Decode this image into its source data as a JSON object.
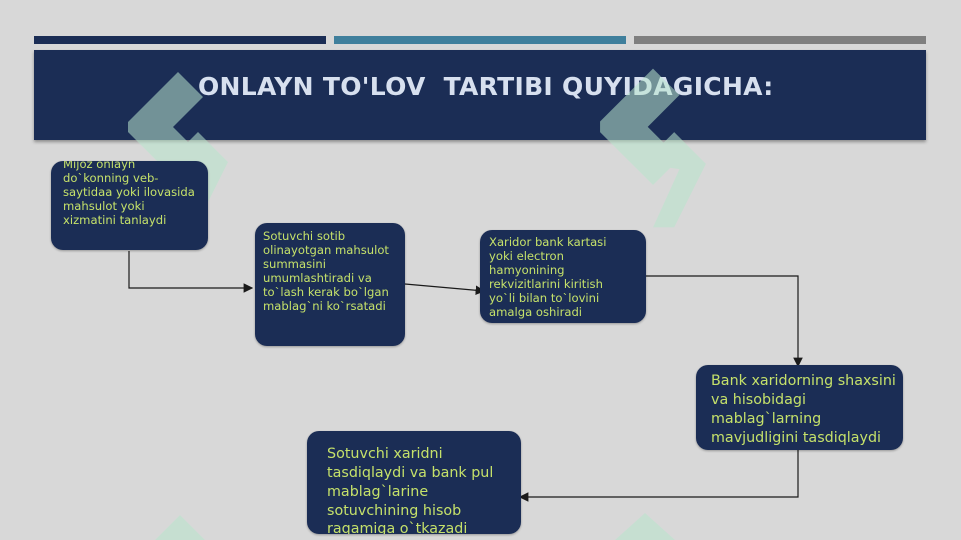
{
  "slide": {
    "title": "ONLAYN TO'LOV  TARTIBI QUYIDAGICHA:"
  },
  "steps": [
    {
      "id": "step-1",
      "text": "Mijoz onlayn do`konning veb-saytidaa yoki ilovasida mahsulot yoki xizmatini tanlaydi"
    },
    {
      "id": "step-2",
      "text": " Sotuvchi sotib olinayotgan mahsulot summasini umumlashtiradi va to`lash kerak bo`lgan mablag`ni ko`rsatadi"
    },
    {
      "id": "step-3",
      "text": "Xaridor bank kartasi yoki electron hamyonining rekvizitlarini kiritish yo`li bilan to`lovini amalga oshiradi"
    },
    {
      "id": "step-4",
      "text": "Bank xaridorning shaxsini va hisobidagi mablag`larning mavjudligini tasdiqlaydi"
    },
    {
      "id": "step-5",
      "text": "Sotuvchi xaridni tasdiqlaydi va bank pul mablag`larine sotuvchining hisob raqamiga o`tkazadi"
    }
  ],
  "colors": {
    "header_bg": "#1b2d55",
    "node_bg": "#1b2d55",
    "node_text": "#c5e16a",
    "title_text": "#d7e0ef",
    "accent_bar_1": "#1b2d55",
    "accent_bar_2": "#3f7f9c",
    "accent_bar_3": "#7f7f7f",
    "watermark": "#b9e6cd"
  },
  "icons": {
    "watermark": "logo-watermark-icon"
  }
}
